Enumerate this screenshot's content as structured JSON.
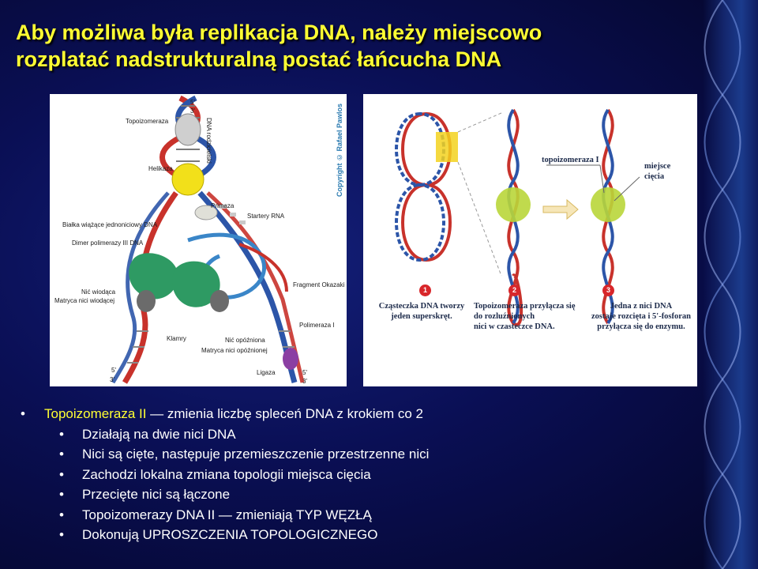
{
  "slide": {
    "title_line1": "Aby możliwa była replikacja DNA, należy miejscowo",
    "title_line2": "rozplatać nadstrukturalną postać łańcucha DNA"
  },
  "figure_left": {
    "labels": {
      "five_top": "5'",
      "three_top": "3'",
      "topoizomeraza": "Topoizomeraza",
      "dna_rodzicielski": "DNA rodzicielski",
      "helikaza": "Helikaza",
      "primaza": "Primaza",
      "startery": "Startery RNA",
      "bialka": "Białka wiążące jednoniciowy DNA",
      "dimer": "Dimer polimerazy III DNA",
      "fragment": "Fragment Okazaki",
      "nic_wiodaca": "Nić wiodąca",
      "matryca_wiodacej": "Matryca nici wiodącej",
      "polimeraza_i": "Polimeraza I",
      "klamry": "Klamry",
      "nic_opozniona": "Nić opóźniona",
      "matryca_opoznionej": "Matryca nici opóźnionej",
      "ligaza": "Ligaza",
      "five_bl": "5'",
      "three_bl": "3'",
      "five_br": "5'",
      "three_br": "3'",
      "copyright": "Copyright © Rafael Pawlos"
    }
  },
  "figure_right": {
    "labels": {
      "topoizomeraza_i": "topoizomeraza I",
      "miejsce_line1": "miejsce",
      "miejsce_line2": "cięcia",
      "n1": "1",
      "n2": "2",
      "n3": "3",
      "c1_line1": "Cząsteczka DNA tworzy",
      "c1_line2": "jeden superskręt.",
      "c2_line1": "Topoizomeraza przyłącza się",
      "c2_line2": "do rozluźnionych",
      "c2_line3": "nici w czasteczce DNA.",
      "c3_line1": "Jedna z nici DNA",
      "c3_line2": "zostaje rozcięta i 5'-fosforan",
      "c3_line3": "przyłącza się do enzymu."
    }
  },
  "bullets": {
    "b1_highlight": "Topoizomeraza II",
    "b1_rest": " — zmienia liczbę spleceń DNA z krokiem co 2",
    "b2": "Działają na dwie nici DNA",
    "b3": "Nici są cięte, następuje przemieszczenie przestrzenne nici",
    "b4": "Zachodzi lokalna zmiana topologii miejsca cięcia",
    "b5": "Przecięte nici są łączone",
    "b6": "Topoizomerazy DNA II — zmieniają TYP WĘZŁĄ",
    "b7": "Dokonują UPROSZCZENIA TOPOLOGICZNEGO",
    "bullet_char": "•"
  }
}
